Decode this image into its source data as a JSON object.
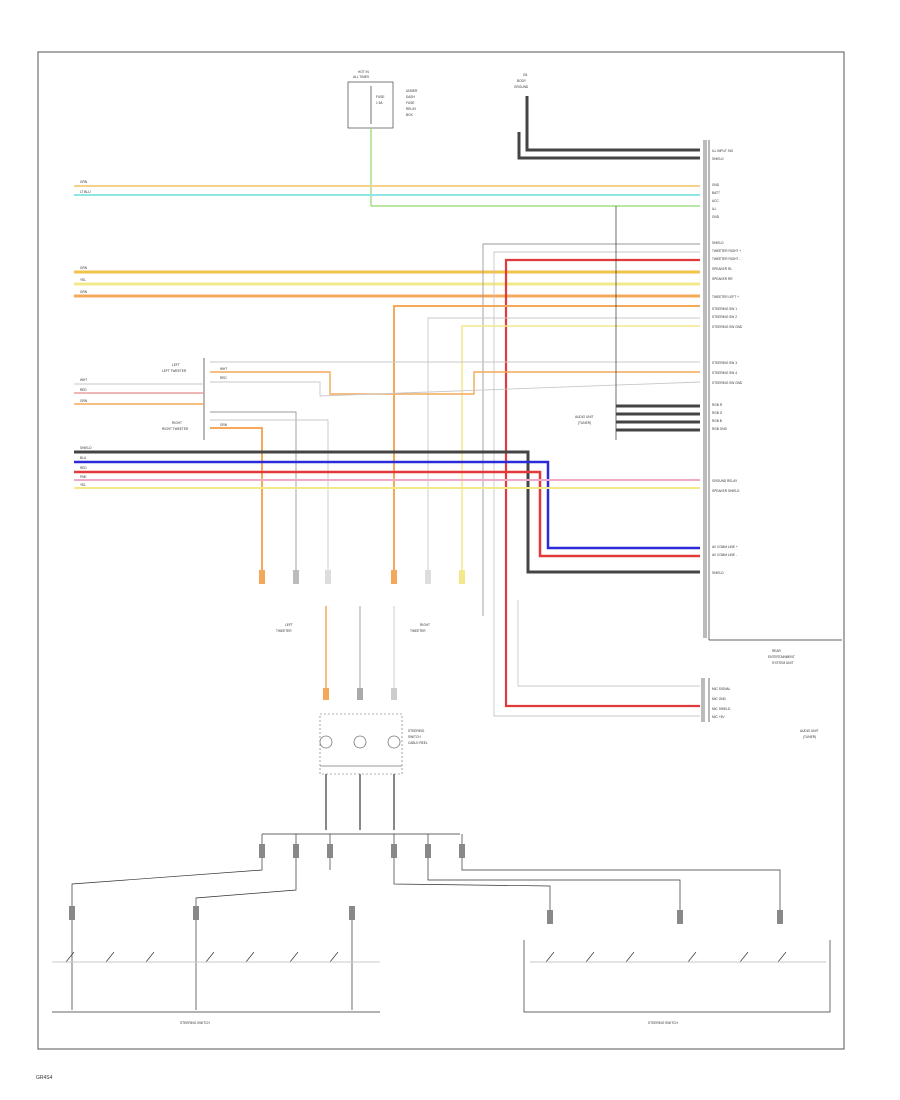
{
  "frame": {
    "footer_code": "GR4S4"
  },
  "components": {
    "top_fuse": {
      "title_1": "HOT IN",
      "title_2": "ALL TIMES",
      "fuse_1": "FUSE",
      "fuse_2": "1 5A",
      "note": [
        "UNDER",
        "DASH",
        "FUSE",
        "RELAY",
        "BOX"
      ]
    },
    "top_ground": {
      "label_1": "G5",
      "label_2": "BODY",
      "label_3": "GROUND"
    },
    "rear_unit": {
      "title_1": "REAR",
      "title_2": "ENTERTAINMENT",
      "title_3": "SYSTEM UNIT"
    },
    "amplifier": {
      "title": "AUDIO UNIT",
      "title_2": "(TUNER)"
    },
    "tweeter_l": {
      "label_1": "LEFT",
      "label_2": "TWEETER"
    },
    "tweeter_r": {
      "label_1": "RIGHT",
      "label_2": "TWEETER"
    },
    "speaker_l": {
      "label_1": "LEFT",
      "label_2": "TWEETER"
    },
    "speaker_r": {
      "label_1": "RIGHT",
      "label_2": "TWEETER"
    },
    "steering_connector": {
      "label_1": "STEERING",
      "label_2": "SWITCH",
      "label_3": "CABLE REEL"
    },
    "steering_sw_l": {
      "title": "STEERING SWITCH"
    },
    "steering_sw_r": {
      "title": "STEERING SWITCH"
    },
    "audio_lower": {
      "pins": [
        "MIC SIGNAL",
        "MIC GND",
        "MIC SHIELD",
        "MIC +5V"
      ],
      "title_1": "AUDIO UNIT",
      "title_2": "(TUNER)"
    }
  },
  "unit_pins": [
    "ILL INPUT SIG",
    "SHIELD",
    "GND",
    "BATT",
    "ACC",
    "ILL",
    "GND",
    "SHIELD",
    "TWEETER RIGHT +",
    "TWEETER RIGHT -",
    "SPEAKER RL",
    "SPEAKER RR",
    "TWEETER LEFT +",
    "STEERING SW 1",
    "STEERING SW 2",
    "STEERING SW GND",
    "STEERING SW 3",
    "STEERING SW 4",
    "STEERING SW GND",
    "RGB R",
    "RGB G",
    "RGB B",
    "RGB GND",
    "GROUND RELAY",
    "SPEAKER SHIELD",
    "AV COMM LINE +",
    "AV COMM LINE -",
    "SHIELD"
  ],
  "wire_colors": {
    "WHT": "#d9d9d9",
    "LT BLU": "#8fe6e6",
    "ORN": "#f4a95a",
    "YEL": "#f3e98a",
    "BLU": "#2a2ad8",
    "RED": "#e23a3a",
    "PNK": "#f0a9c5",
    "BLK": "#3a3a3a",
    "GRN": "#8fd66a",
    "GRY": "#a8a8a8"
  },
  "side_labels": {
    "group1": [
      "GRN",
      "LT BLU"
    ],
    "group2": [
      "GRN",
      "YEL",
      "GRN"
    ],
    "group3": [
      "WHT",
      "RED",
      "GRN",
      "WHT",
      "RED",
      "GRN"
    ],
    "group4": [
      "SHIELD",
      "BLU",
      "RED",
      "PNK",
      "YEL"
    ],
    "tweeter_l_lbl": "LEFT TWEETER",
    "tweeter_r_lbl": "RIGHT TWEETER"
  }
}
